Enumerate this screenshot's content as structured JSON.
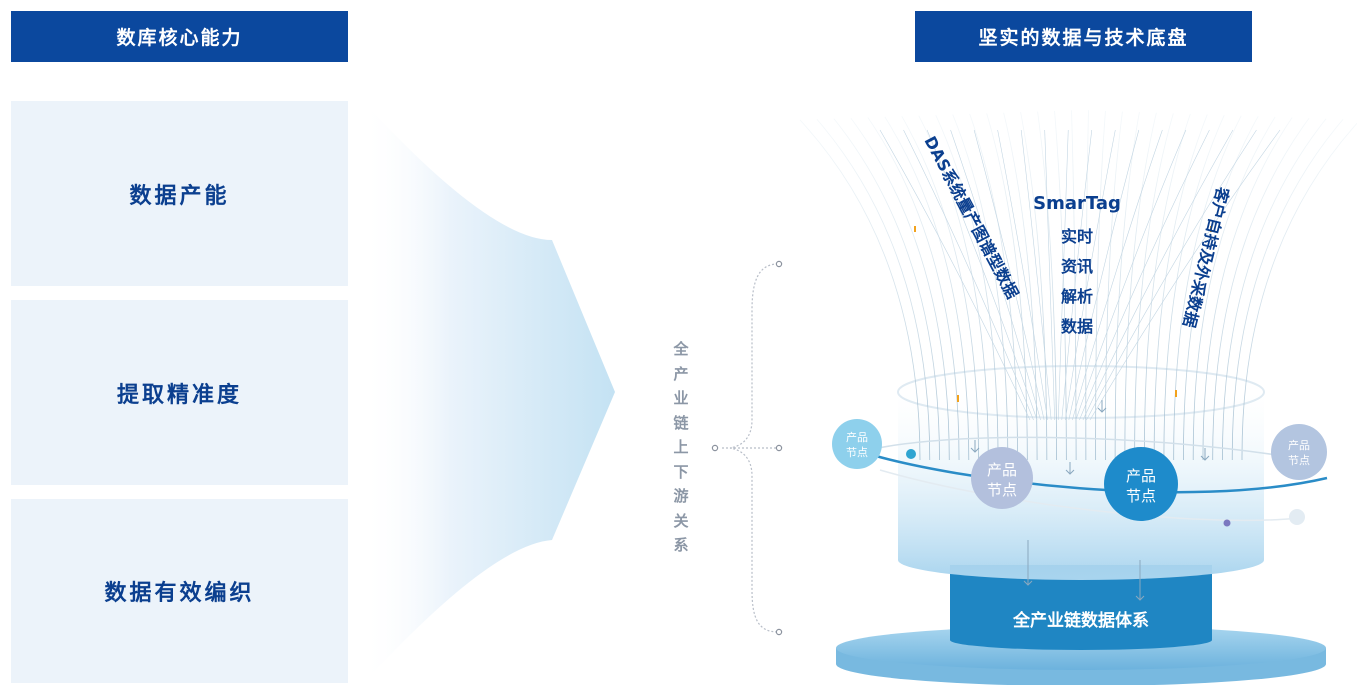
{
  "left_header": "数库核心能力",
  "right_header": "坚实的数据与技术底盘",
  "capabilities": [
    "数据产能",
    "提取精准度",
    "数据有效编织"
  ],
  "middle_label_chars": [
    "全",
    "产",
    "业",
    "链",
    "上",
    "下",
    "游",
    "关",
    "系"
  ],
  "source_left": "DAS系统量产图谱型数据",
  "source_center_title": "SmarTag",
  "source_center_lines": [
    "实时",
    "资讯",
    "解析",
    "数据"
  ],
  "source_right": "客户自持及外采数据",
  "product_node": {
    "line1": "产品",
    "line2": "节点"
  },
  "base_label": "全产业链数据体系",
  "colors": {
    "header_bg": "#0b489e",
    "card_bg": "#ecf3fa",
    "card_text": "#0b3f8f",
    "accent": "#2b8bc6"
  }
}
